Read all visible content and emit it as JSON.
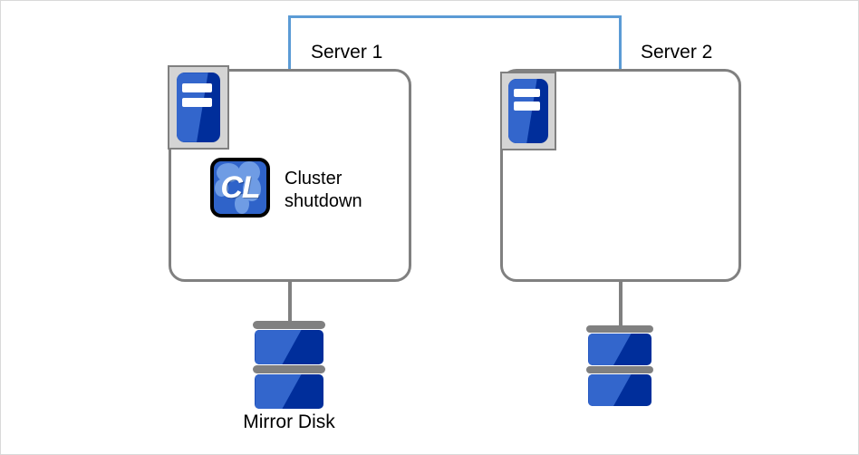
{
  "diagram": {
    "title": "Cluster shutdown on Server 1 with mirror disks",
    "interconnect": {
      "name": "interconnect-link",
      "color": "#5b9bd5"
    },
    "servers": [
      {
        "id": "server-1",
        "label": "Server 1",
        "machine_icon": "server-icon",
        "status_icon": {
          "name": "cl-icon",
          "text": "CL"
        },
        "status_text_line1": "Cluster",
        "status_text_line2": "shutdown",
        "disk": {
          "name": "mirror-disk-1",
          "label": "Mirror Disk"
        }
      },
      {
        "id": "server-2",
        "label": "Server 2",
        "machine_icon": "server-icon",
        "status_icon": null,
        "status_text_line1": "",
        "status_text_line2": "",
        "disk": {
          "name": "mirror-disk-2",
          "label": ""
        }
      }
    ],
    "colors": {
      "border_gray": "#808080",
      "icon_frame_gray": "#d4d4d4",
      "blue_light": "#3366cc",
      "blue_dark": "#002e9b",
      "interconnect_blue": "#5b9bd5",
      "page_border": "#d9d9d9"
    }
  }
}
